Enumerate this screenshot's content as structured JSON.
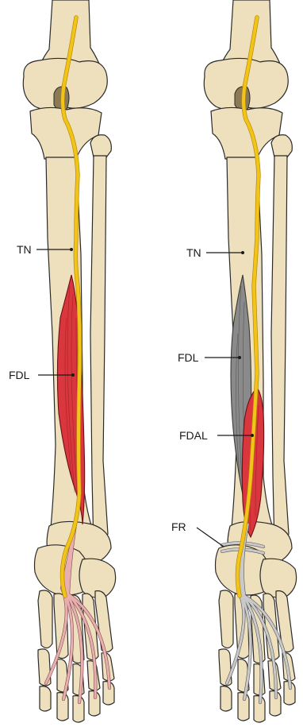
{
  "panels": [
    {
      "id": "left",
      "labels": {
        "tn": "TN",
        "fdl": "FDL"
      }
    },
    {
      "id": "right",
      "labels": {
        "tn": "TN",
        "fdl": "FDL",
        "fdal": "FDAL",
        "fr": "FR"
      }
    }
  ],
  "colors": {
    "bone": "#efe0bd",
    "nerve": "#f2c419",
    "muscle_red": "#d9363e",
    "muscle_grey": "#8a8a8a",
    "tendon_pink": "#e9aeb0",
    "tendon_grey": "#c9c9c9"
  }
}
